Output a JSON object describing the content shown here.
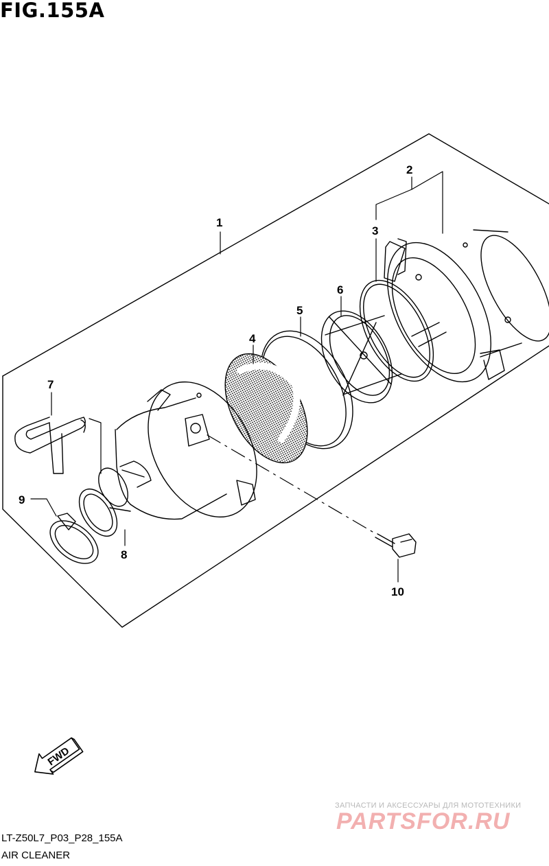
{
  "figure": {
    "title": "FIG.155A",
    "code": "LT-Z50L7_P03_P28_155A",
    "name": "AIR CLEANER"
  },
  "callouts": [
    "1",
    "2",
    "3",
    "4",
    "5",
    "6",
    "7",
    "8",
    "9",
    "10"
  ],
  "direction": {
    "label": "FWD"
  },
  "watermark": {
    "tagline": "ЗАПЧАСТИ И АКСЕССУАРЫ ДЛЯ МОТОТЕХНИКИ",
    "brand": "PARTSFOR.RU"
  },
  "colors": {
    "line": "#000000",
    "background": "#ffffff",
    "watermark": "#f2b0b0"
  }
}
